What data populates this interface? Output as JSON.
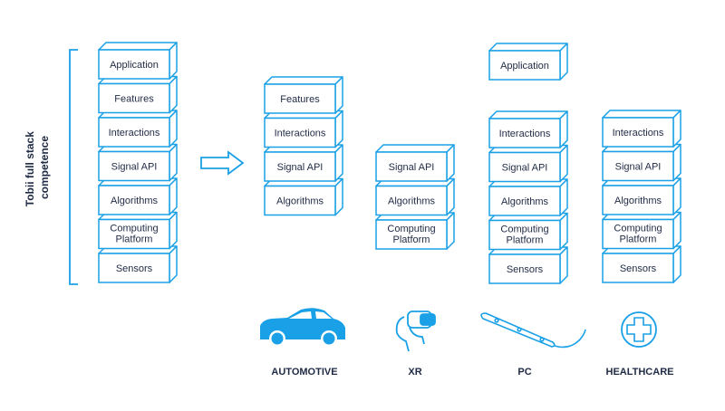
{
  "side_label": [
    "Tobii full stack",
    "competence"
  ],
  "stacks": [
    {
      "name": "full-stack",
      "layers": [
        {
          "label": "Application"
        },
        {
          "label": "Features"
        },
        {
          "label": "Interactions"
        },
        {
          "label": "Signal API"
        },
        {
          "label": "Algorithms"
        },
        {
          "label": "Computing Platform",
          "lines": [
            "Computing",
            "Platform"
          ]
        },
        {
          "label": "Sensors"
        }
      ]
    },
    {
      "name": "automotive",
      "category": "AUTOMOTIVE",
      "icon": "car-icon",
      "layers": [
        {
          "label": "Features"
        },
        {
          "label": "Interactions"
        },
        {
          "label": "Signal API"
        },
        {
          "label": "Algorithms"
        }
      ]
    },
    {
      "name": "xr",
      "category": "XR",
      "icon": "vr-headset-icon",
      "layers": [
        {
          "label": "Signal API"
        },
        {
          "label": "Algorithms"
        },
        {
          "label": "Computing Platform",
          "lines": [
            "Computing",
            "Platform"
          ]
        }
      ]
    },
    {
      "name": "pc",
      "category": "PC",
      "icon": "eye-tracker-bar-icon",
      "layers": [
        {
          "label": "Application"
        },
        {
          "label": "Interactions"
        },
        {
          "label": "Signal API"
        },
        {
          "label": "Algorithms"
        },
        {
          "label": "Computing Platform",
          "lines": [
            "Computing",
            "Platform"
          ]
        },
        {
          "label": "Sensors"
        }
      ]
    },
    {
      "name": "healthcare",
      "category": "HEALTHCARE",
      "icon": "medical-cross-icon",
      "layers": [
        {
          "label": "Interactions"
        },
        {
          "label": "Signal API"
        },
        {
          "label": "Algorithms"
        },
        {
          "label": "Computing Platform",
          "lines": [
            "Computing",
            "Platform"
          ]
        },
        {
          "label": "Sensors"
        }
      ]
    }
  ],
  "colors": {
    "accent": "#1aa0e6",
    "text": "#1f2a44",
    "background": "#ffffff"
  }
}
